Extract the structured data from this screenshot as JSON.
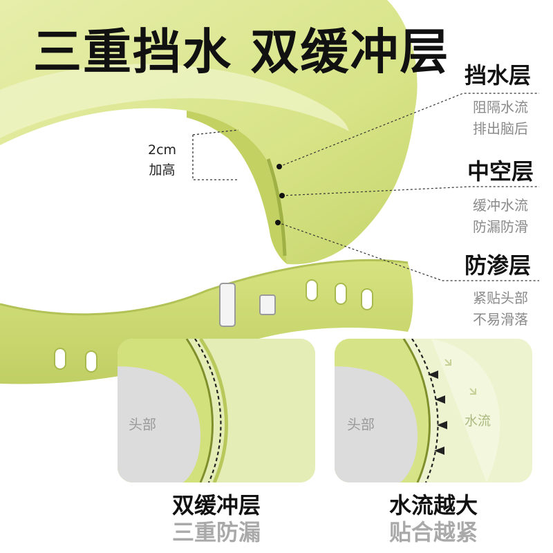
{
  "headline": "三重挡水 双缓冲层",
  "height_note": {
    "value": "2cm",
    "label": "加高"
  },
  "layers": [
    {
      "title": "挡水层",
      "desc_line1": "阻隔水流",
      "desc_line2": "排出脑后"
    },
    {
      "title": "中空层",
      "desc_line1": "缓冲水流",
      "desc_line2": "防漏防滑"
    },
    {
      "title": "防渗层",
      "desc_line1": "紧贴头部",
      "desc_line2": "不易滑落"
    }
  ],
  "insets": [
    {
      "head_label": "头部",
      "caption_line1": "双缓冲层",
      "caption_line2": "三重防漏"
    },
    {
      "head_label": "头部",
      "water_label": "水流",
      "caption_line1": "水流越大",
      "caption_line2": "贴合越紧"
    }
  ],
  "colors": {
    "product_green": "#d4e27e",
    "product_dark": "#b8c85a",
    "text_dark": "#111111",
    "text_gray": "#8a8a8a"
  }
}
